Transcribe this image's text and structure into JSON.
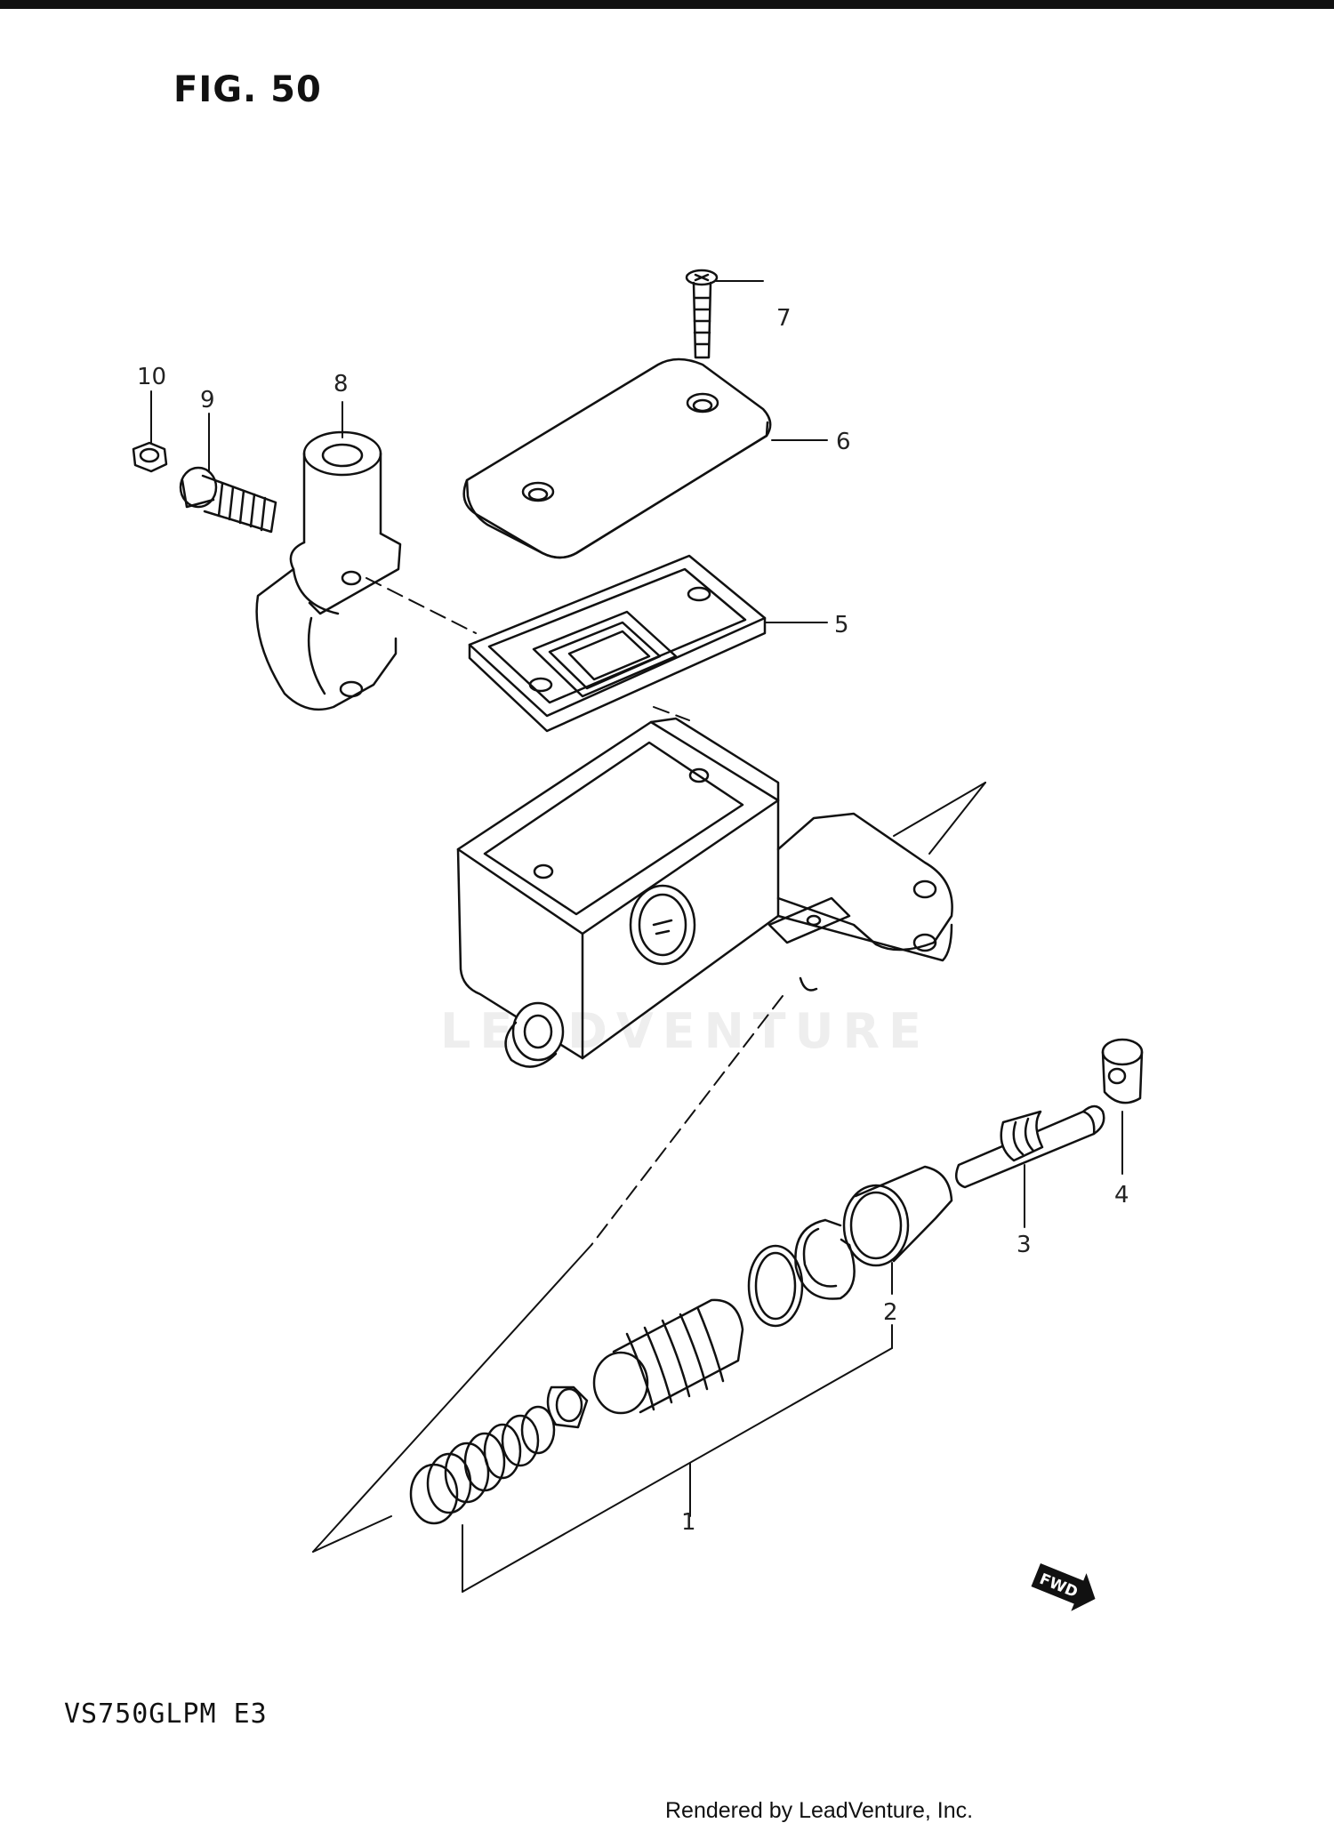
{
  "figure": {
    "title": "FIG. 50",
    "model": "VS750GLPM  E3",
    "footer": "Rendered by LeadVenture, Inc.",
    "watermark": "LEADVENTURE",
    "direction_badge": "FWD"
  },
  "callouts": [
    {
      "id": "1",
      "label": "1"
    },
    {
      "id": "2",
      "label": "2"
    },
    {
      "id": "3",
      "label": "3"
    },
    {
      "id": "4",
      "label": "4"
    },
    {
      "id": "5",
      "label": "5"
    },
    {
      "id": "6",
      "label": "6"
    },
    {
      "id": "7",
      "label": "7"
    },
    {
      "id": "8",
      "label": "8"
    },
    {
      "id": "9",
      "label": "9"
    },
    {
      "id": "10",
      "label": "10"
    }
  ]
}
